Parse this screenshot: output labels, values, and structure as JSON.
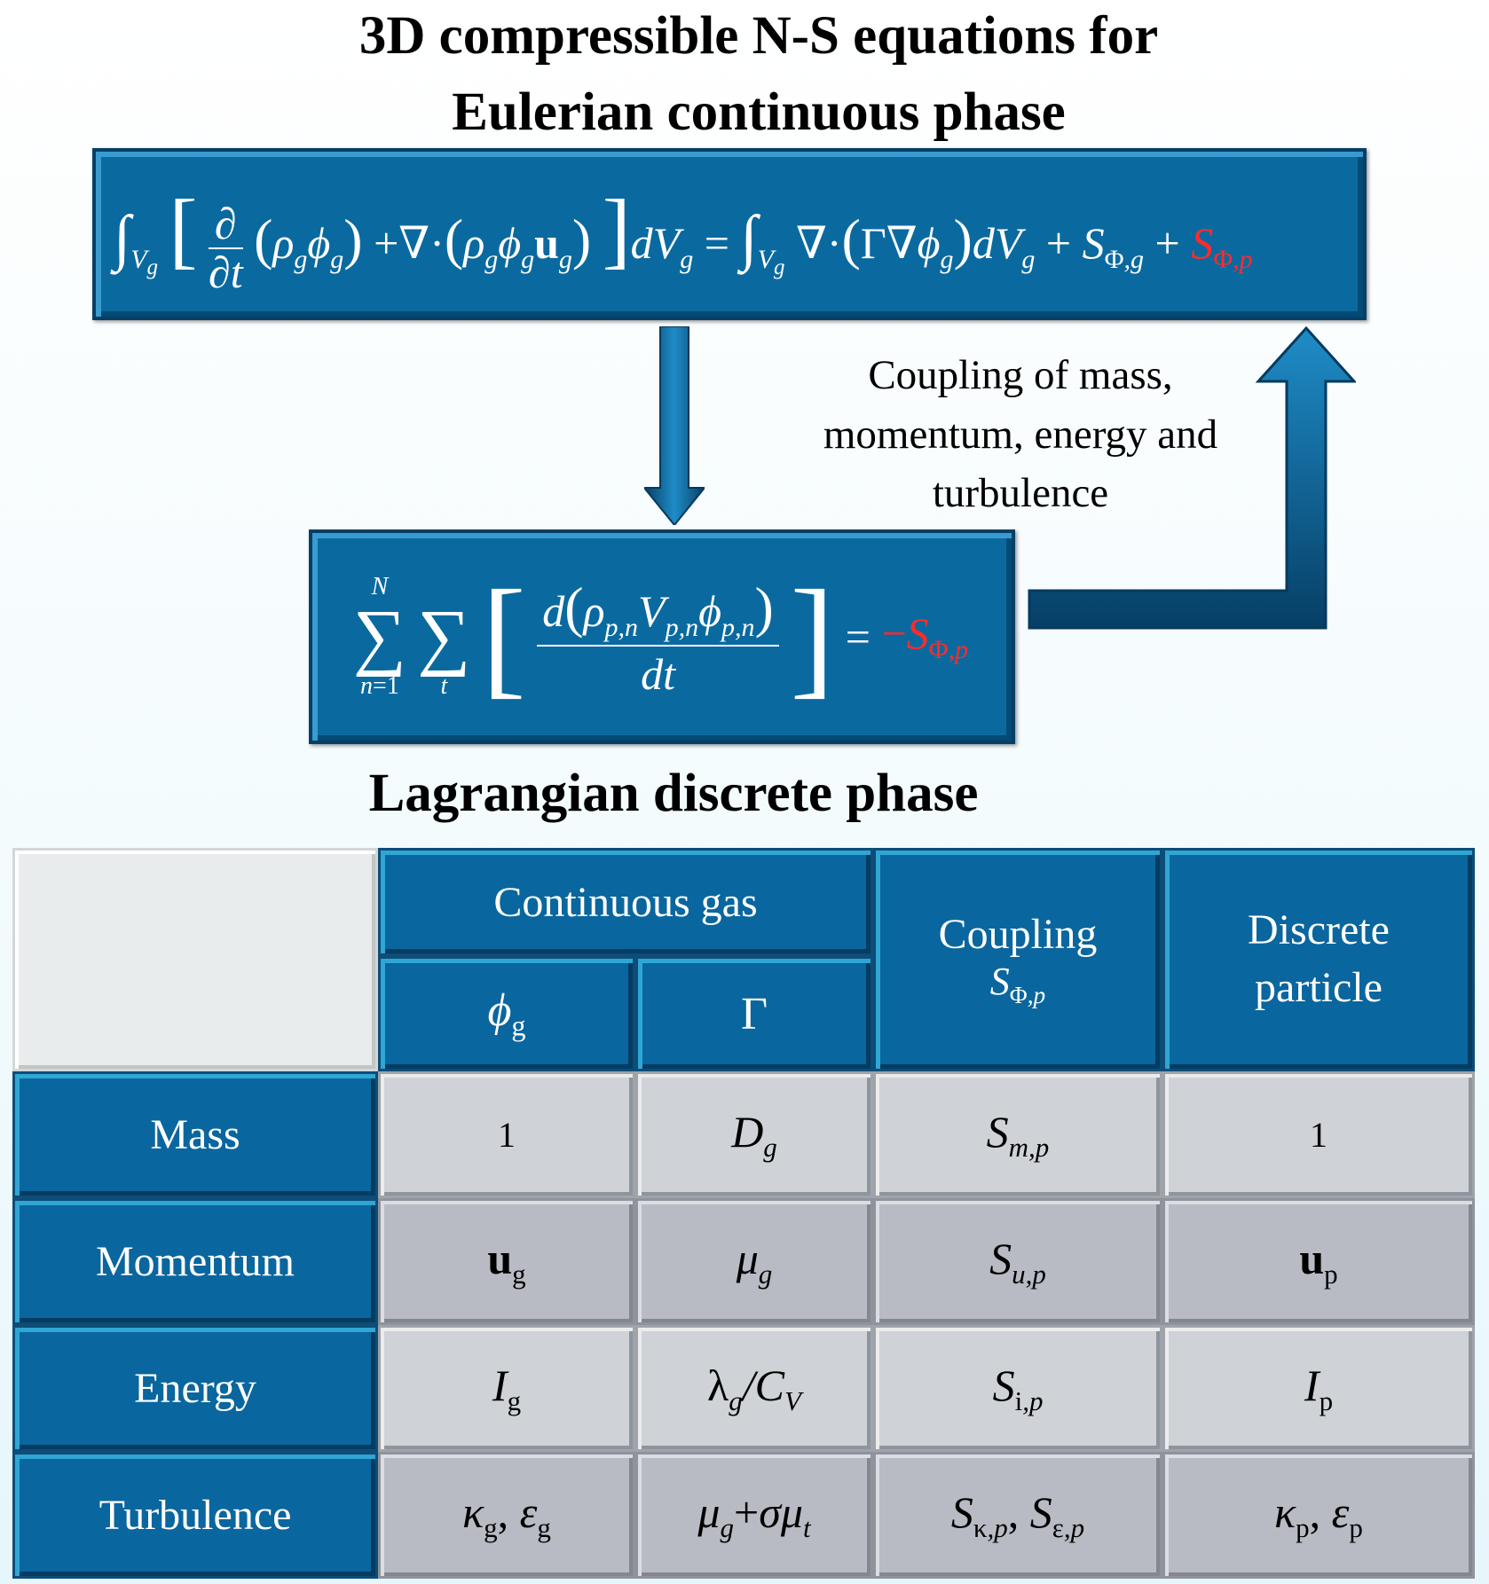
{
  "title_line1": "3D compressible N-S equations for",
  "title_line2": "Eulerian continuous phase",
  "eulerian_equation": "∫Vg [ ∂/∂t (ρg ϕg) + ∇·(ρg ϕg ug) ] dVg = ∫Vg ∇·(Γ∇ϕg) dVg + SΦ,g + SΦ,p",
  "lagrangian_equation": "Σn=1..N Σt [ d(ρp,n Vp,n ϕp,n) / dt ] = −SΦ,p",
  "coupling_caption": [
    "Coupling of mass,",
    "momentum, energy and",
    "turbulence"
  ],
  "lagrangian_title": "Lagrangian discrete phase",
  "table": {
    "group_header": "Continuous gas",
    "col_phi": "ϕg",
    "col_gamma": "Γ",
    "col_coupling_line1": "Coupling",
    "col_coupling_line2": "SΦ,p",
    "col_discrete_line1": "Discrete",
    "col_discrete_line2": "particle",
    "rows": [
      {
        "label": "Mass",
        "phi": "1",
        "gamma": "Dg",
        "coupling": "Sm,p",
        "discrete": "1"
      },
      {
        "label": "Momentum",
        "phi": "ug",
        "gamma": "μg",
        "coupling": "Su,p",
        "discrete": "up"
      },
      {
        "label": "Energy",
        "phi": "Ig",
        "gamma": "λg/CV",
        "coupling": "Si,p",
        "discrete": "Ip"
      },
      {
        "label": "Turbulence",
        "phi": "κg, εg",
        "gamma": "μg+σμt",
        "coupling": "Sκ,p, Sε,p",
        "discrete": "κp, εp"
      }
    ]
  },
  "colors": {
    "box_blue": "#0a6aa0",
    "highlight_red": "#ff2b2b",
    "arrow_blue": "#0a5f93"
  }
}
